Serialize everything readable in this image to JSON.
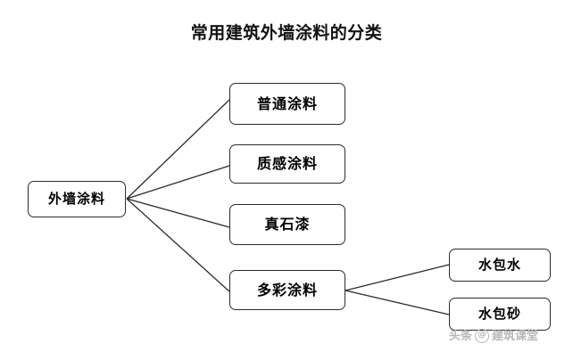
{
  "title": "常用建筑外墙涂料的分类",
  "diagram": {
    "type": "tree",
    "orientation": "left-to-right",
    "root": {
      "id": "root",
      "label": "外墙涂料"
    },
    "level1": [
      {
        "id": "c1",
        "label": "普通涂料"
      },
      {
        "id": "c2",
        "label": "质感涂料"
      },
      {
        "id": "c3",
        "label": "真石漆"
      },
      {
        "id": "c4",
        "label": "多彩涂料"
      }
    ],
    "level2": [
      {
        "id": "g1",
        "label": "水包水",
        "parent": "c4"
      },
      {
        "id": "g2",
        "label": "水包砂",
        "parent": "c4"
      }
    ],
    "colors": {
      "background": "#ffffff",
      "node_fill": "#ffffff",
      "node_border": "#2b2b2b",
      "connector": "#2b2b2b",
      "text": "#000000",
      "title": "#111111",
      "watermark": "#b8b8b8"
    }
  },
  "watermark": {
    "prefix": "头条",
    "at": "@",
    "account": "建筑课堂"
  }
}
